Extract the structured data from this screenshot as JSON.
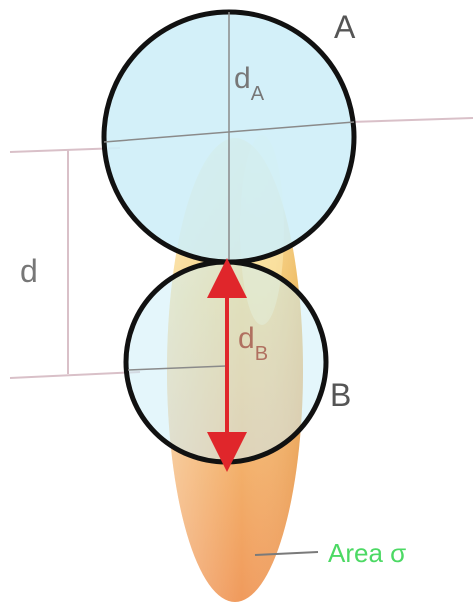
{
  "labels": {
    "sphere_a": "A",
    "sphere_b": "B",
    "diameter_a_main": "d",
    "diameter_a_sub": "A",
    "diameter_b_main": "d",
    "diameter_b_sub": "B",
    "distance": "d",
    "area": "Area σ"
  },
  "colors": {
    "sphere_fill": "#cdeef8",
    "sphere_stroke": "#111111",
    "beam_light": "#f9d98a",
    "beam_mid": "#f6c76a",
    "beam_dark": "#f0a15a",
    "arrow": "#e0262b",
    "label_text": "#555555",
    "area_text": "#4cd964",
    "guide_line": "#d9c0c8"
  },
  "icons": {
    "diameter_arrow": "double-headed-arrow"
  }
}
